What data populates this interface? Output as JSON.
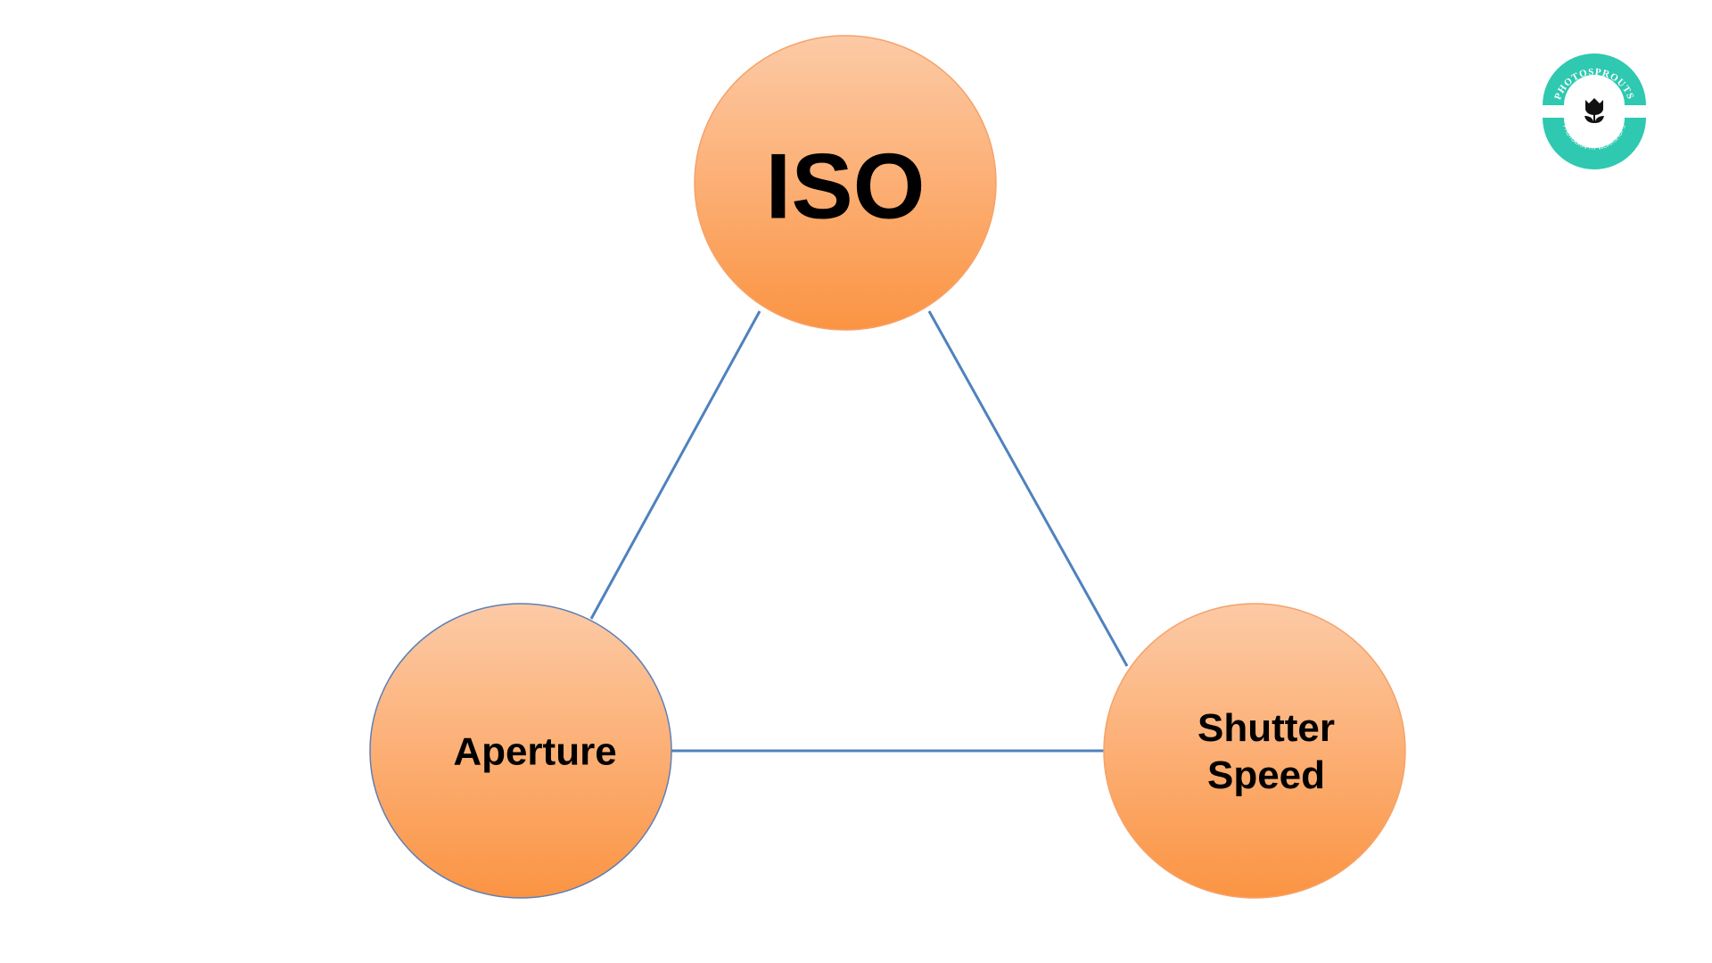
{
  "diagram": {
    "title": "Exposure Triangle",
    "nodes": [
      {
        "id": "iso",
        "label": "ISO"
      },
      {
        "id": "aperture",
        "label": "Aperture"
      },
      {
        "id": "shutter",
        "label_line1": "Shutter",
        "label_line2": "Speed"
      }
    ],
    "edges": [
      [
        "iso",
        "aperture"
      ],
      [
        "iso",
        "shutter"
      ],
      [
        "aperture",
        "shutter"
      ]
    ],
    "colors": {
      "node_top": "#fccaa6",
      "node_bottom": "#fb9443",
      "edge": "#4f81bd",
      "logo": "#2ec9b0"
    }
  },
  "logo": {
    "brand": "PHOTOSPROUTS",
    "tagline": "PHOTOGRAPHY WORKSHOPS"
  }
}
